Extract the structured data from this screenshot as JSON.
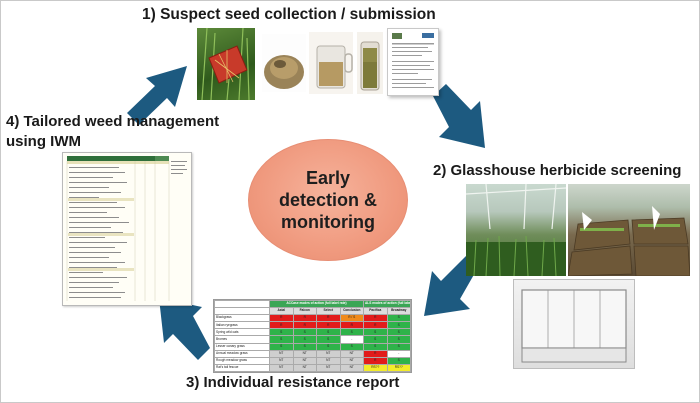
{
  "steps": {
    "step1": "1) Suspect seed collection / submission",
    "step2": "2) Glasshouse herbicide screening",
    "step3": "3) Individual resistance report",
    "step4": "4) Tailored weed management using IWM"
  },
  "center_text": "Early detection & monitoring",
  "colors": {
    "arrow": "#1d5a80",
    "center_fill": "#f09a7f",
    "report_header": "#3aa655",
    "resistant": "#e21b1b",
    "susceptible": "#2fb34a",
    "developing": "#f3ec2a"
  },
  "icons": [
    "arrow-icon"
  ],
  "report": {
    "group_headers": [
      "ACCase modes of action (full label rate)",
      "ALS modes of action (full label rate)"
    ],
    "columns": [
      "Axial",
      "Falcon",
      "Select",
      "Conclusion",
      "Pacifica",
      "Broadway"
    ],
    "rows": [
      {
        "label": "Blackgrass",
        "cells": [
          "R",
          "R",
          "R",
          "R / S",
          "R",
          "S"
        ]
      },
      {
        "label": "Italian ryegrass",
        "cells": [
          "R",
          "R",
          "R",
          "R",
          "R",
          "S"
        ]
      },
      {
        "label": "Spring wild oats",
        "cells": [
          "S",
          "S",
          "S",
          "S",
          "S",
          "S"
        ]
      },
      {
        "label": "Bromes",
        "cells": [
          "S",
          "S",
          "S",
          "-",
          "S",
          "S"
        ]
      },
      {
        "label": "Lesser canary grass",
        "cells": [
          "S",
          "S",
          "S",
          "S",
          "S",
          "S"
        ]
      },
      {
        "label": "Annual meadow grass",
        "cells": [
          "NT",
          "NT",
          "NT",
          "NT",
          "R",
          "-"
        ]
      },
      {
        "label": "Rough meadow grass",
        "cells": [
          "NT",
          "NT",
          "NT",
          "NT",
          "R",
          "S"
        ]
      },
      {
        "label": "Rat's tail fescue",
        "cells": [
          "NT",
          "NT",
          "NT",
          "NT",
          "RS??",
          "RS??"
        ]
      }
    ]
  }
}
